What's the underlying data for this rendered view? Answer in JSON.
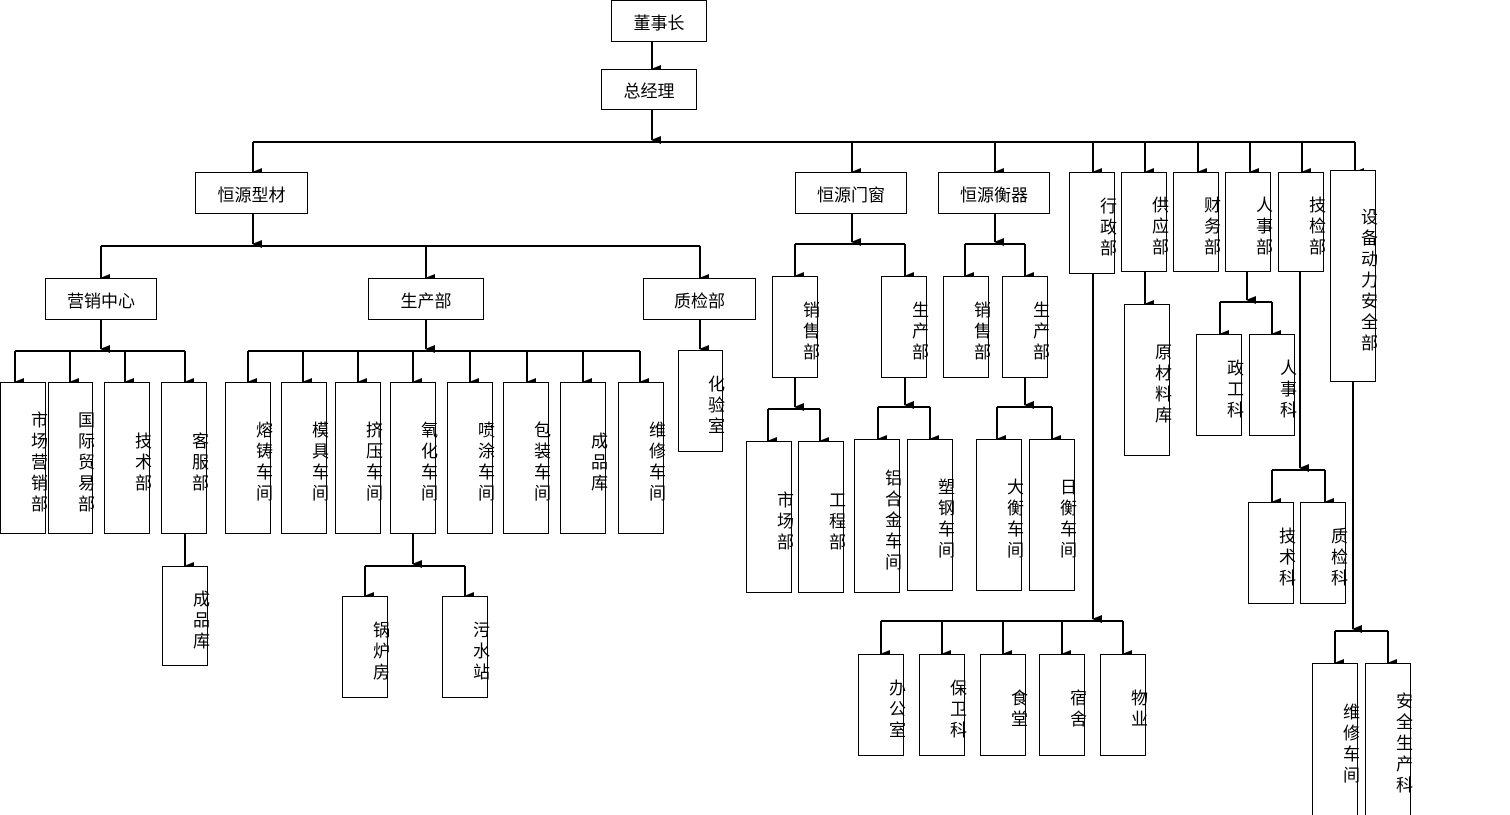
{
  "org": {
    "chairman": "董事长",
    "gm": "总经理",
    "profile": "恒源型材",
    "marketing": "营销中心",
    "production": "生产部",
    "qc": "质检部",
    "market_dept": "市场营销部",
    "intl_trade": "国际贸易部",
    "tech_dept": "技术部",
    "service_dept": "客服部",
    "finished_store_a": "成品库",
    "casting": "熔铸车间",
    "mold": "模具车间",
    "extrusion": "挤压车间",
    "oxidation": "氧化车间",
    "spraying": "喷涂车间",
    "packaging": "包装车间",
    "finished_store_b": "成品库",
    "maintenance_a": "维修车间",
    "lab": "化验室",
    "boiler": "锅炉房",
    "sewage": "污水站",
    "windows": "恒源门窗",
    "windows_sales": "销售部",
    "windows_prod": "生产部",
    "windows_market": "市场部",
    "windows_eng": "工程部",
    "alu_workshop": "铝合金车间",
    "plastic_steel": "塑钢车间",
    "scales": "恒源衡器",
    "scales_sales": "销售部",
    "scales_prod": "生产部",
    "big_scale": "大衡车间",
    "daily_scale": "日衡车间",
    "admin": "行政部",
    "supply": "供应部",
    "raw_store": "原材料库",
    "finance": "财务部",
    "hr": "人事部",
    "politics": "政工科",
    "personnel": "人事科",
    "tech_inspect": "技检部",
    "tech_section": "技术科",
    "quality_section": "质检科",
    "equipment": "设备动力安全部",
    "maintenance_b": "维修车间",
    "safety": "安全生产科",
    "office": "办公室",
    "security": "保卫科",
    "canteen": "食堂",
    "dorm": "宿舍",
    "property": "物业"
  }
}
